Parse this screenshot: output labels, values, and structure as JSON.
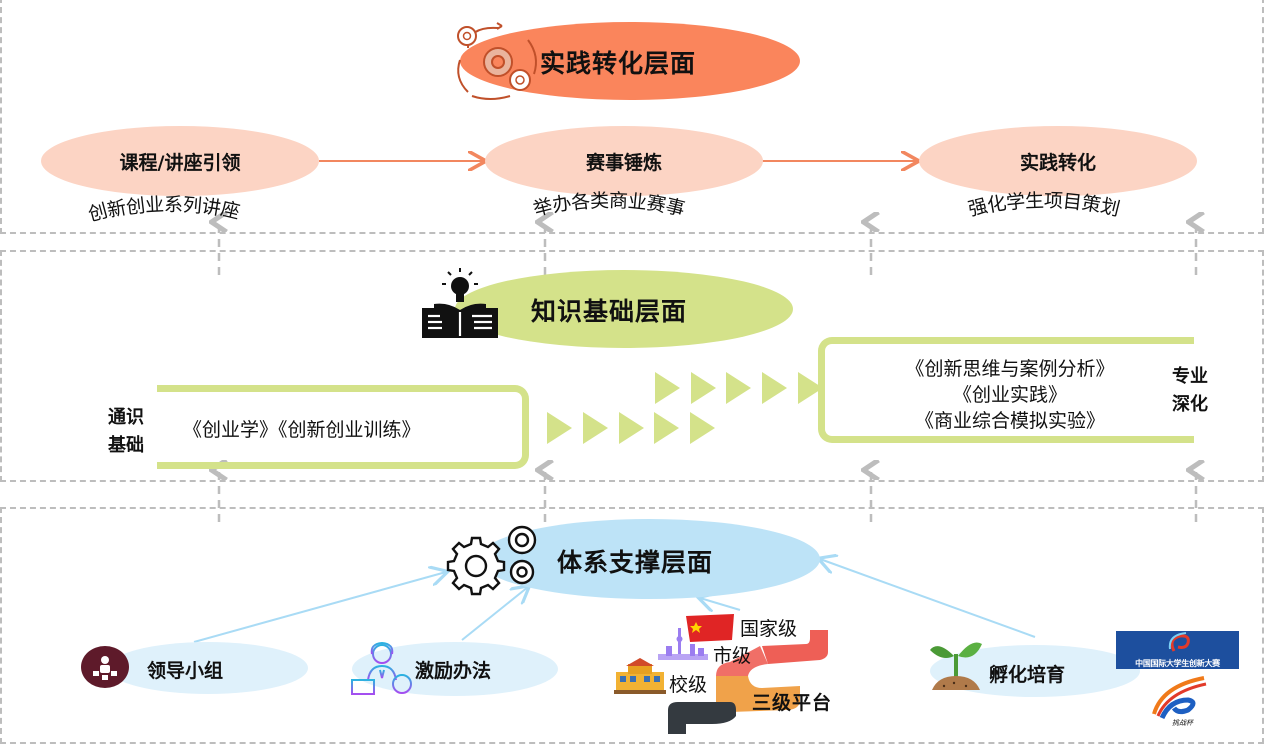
{
  "layers": {
    "practice": {
      "title": "实践转化层面",
      "color": "#fa855c",
      "steps": [
        {
          "title": "课程/讲座引领",
          "subtitle": "创新创业系列讲座"
        },
        {
          "title": "赛事锤炼",
          "subtitle": "举办各类商业赛事"
        },
        {
          "title": "实践转化",
          "subtitle": "强化学生项目策划"
        }
      ],
      "step_color": "#fcd4c4",
      "arrow_color": "#f2875f"
    },
    "knowledge": {
      "title": "知识基础层面",
      "color": "#d4e28a",
      "general": {
        "label_line1": "通识",
        "label_line2": "基础",
        "courses": "《创业学》《创新创业训练》"
      },
      "advanced": {
        "label_line1": "专业",
        "label_line2": "深化",
        "courses": [
          "《创新思维与案例分析》",
          "《创业实践》",
          "《商业综合模拟实验》"
        ]
      }
    },
    "support": {
      "title": "体系支撑层面",
      "color": "#bde3f7",
      "items": [
        {
          "label": "领导小组",
          "icon": "leadership-group-icon"
        },
        {
          "label": "激励办法",
          "icon": "incentive-icon"
        },
        {
          "label": "孵化培育",
          "icon": "sprout-icon"
        }
      ],
      "platform": {
        "title": "三级平台",
        "levels": [
          "国家级",
          "市级",
          "校级"
        ]
      },
      "logos": [
        "中国国际大学生创新大赛",
        "挑战杯"
      ]
    }
  },
  "colors": {
    "dash": "#bdbdbd",
    "support_arrow": "#a9dbf5",
    "ribbon_red": "#ee5f56",
    "ribbon_orange": "#f0a24a",
    "ribbon_dark": "#343a40"
  }
}
